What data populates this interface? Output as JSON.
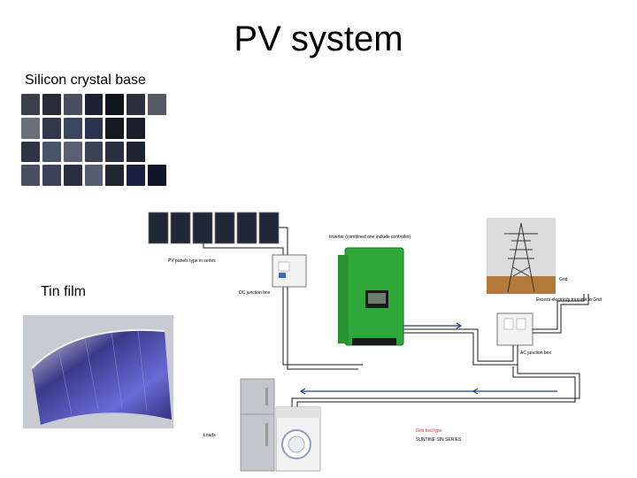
{
  "title": "PV system",
  "silicon_label": "Silicon crystal base",
  "tin_label": "Tin film",
  "colors": {
    "wire": "#1a1a1a",
    "flow": "#1f3f8a",
    "inverter": "#2fa83a",
    "panel": "#202838"
  },
  "diagram_labels": {
    "panels": "PV panels type in series",
    "inverter": "Inverter (combined one include controller)",
    "grid": "Grid",
    "excess": "Excess electricity transmit to Grid",
    "dc_box": "DC junction box",
    "ac_box": "AC junction box",
    "loads": "Loads",
    "grid_tied": "Grid tied type",
    "series": "SUNTINE SIN SERIES"
  }
}
